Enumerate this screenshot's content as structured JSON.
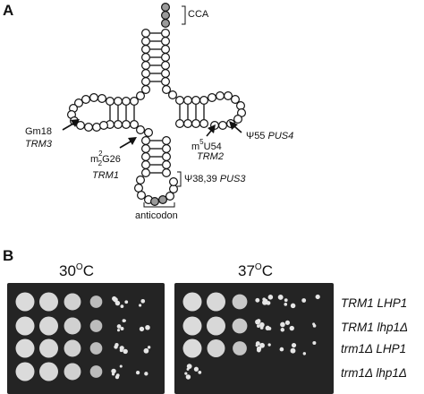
{
  "panels": {
    "a": "A",
    "b": "B"
  },
  "trna": {
    "cca": "CCA",
    "gm18": "Gm18",
    "trm3": "TRM3",
    "m22g26_m": "m",
    "m22g26_sup": "2",
    "m22g26_sub": "2",
    "m22g26_rest": "G26",
    "trm1": "TRM1",
    "m5u54_m": "m",
    "m5u54_sup": "5",
    "m5u54_rest": "U54",
    "trm2": "TRM2",
    "psi55": "Ψ55",
    "pus4": "PUS4",
    "psi3839": "Ψ38,39",
    "pus3": "PUS3",
    "anticodon": "anticodon"
  },
  "plates": [
    {
      "temp_base": "30",
      "temp_deg": "O",
      "temp_unit": "C"
    },
    {
      "temp_base": "37",
      "temp_deg": "O",
      "temp_unit": "C"
    }
  ],
  "strains": [
    {
      "gene1": "TRM1",
      "gene2": "LHP1"
    },
    {
      "gene1": "TRM1",
      "gene2": "lhp1Δ"
    },
    {
      "gene1": "trm1Δ",
      "gene2": "LHP1"
    },
    {
      "gene1": "trm1Δ",
      "gene2": "lhp1Δ"
    }
  ],
  "growth": {
    "plate_30C": [
      [
        1,
        0.95,
        0.85,
        0.6,
        0.3,
        0.15
      ],
      [
        1,
        0.95,
        0.85,
        0.6,
        0.3,
        0.15
      ],
      [
        1,
        0.95,
        0.85,
        0.6,
        0.3,
        0.15
      ],
      [
        1,
        0.95,
        0.85,
        0.6,
        0.3,
        0.15
      ]
    ],
    "plate_37C": [
      [
        1,
        0.95,
        0.75,
        0.45,
        0.25,
        0.1
      ],
      [
        1,
        0.95,
        0.75,
        0.45,
        0.25,
        0.1
      ],
      [
        1,
        0.9,
        0.7,
        0.4,
        0.2,
        0.1
      ],
      [
        0.35,
        0,
        0,
        0,
        0,
        0
      ]
    ]
  },
  "colors": {
    "nucleotide_fill": "#ffffff",
    "modified_fill": "#9a9a9a",
    "plate": "#242424",
    "colony": "#e6e6e6"
  }
}
